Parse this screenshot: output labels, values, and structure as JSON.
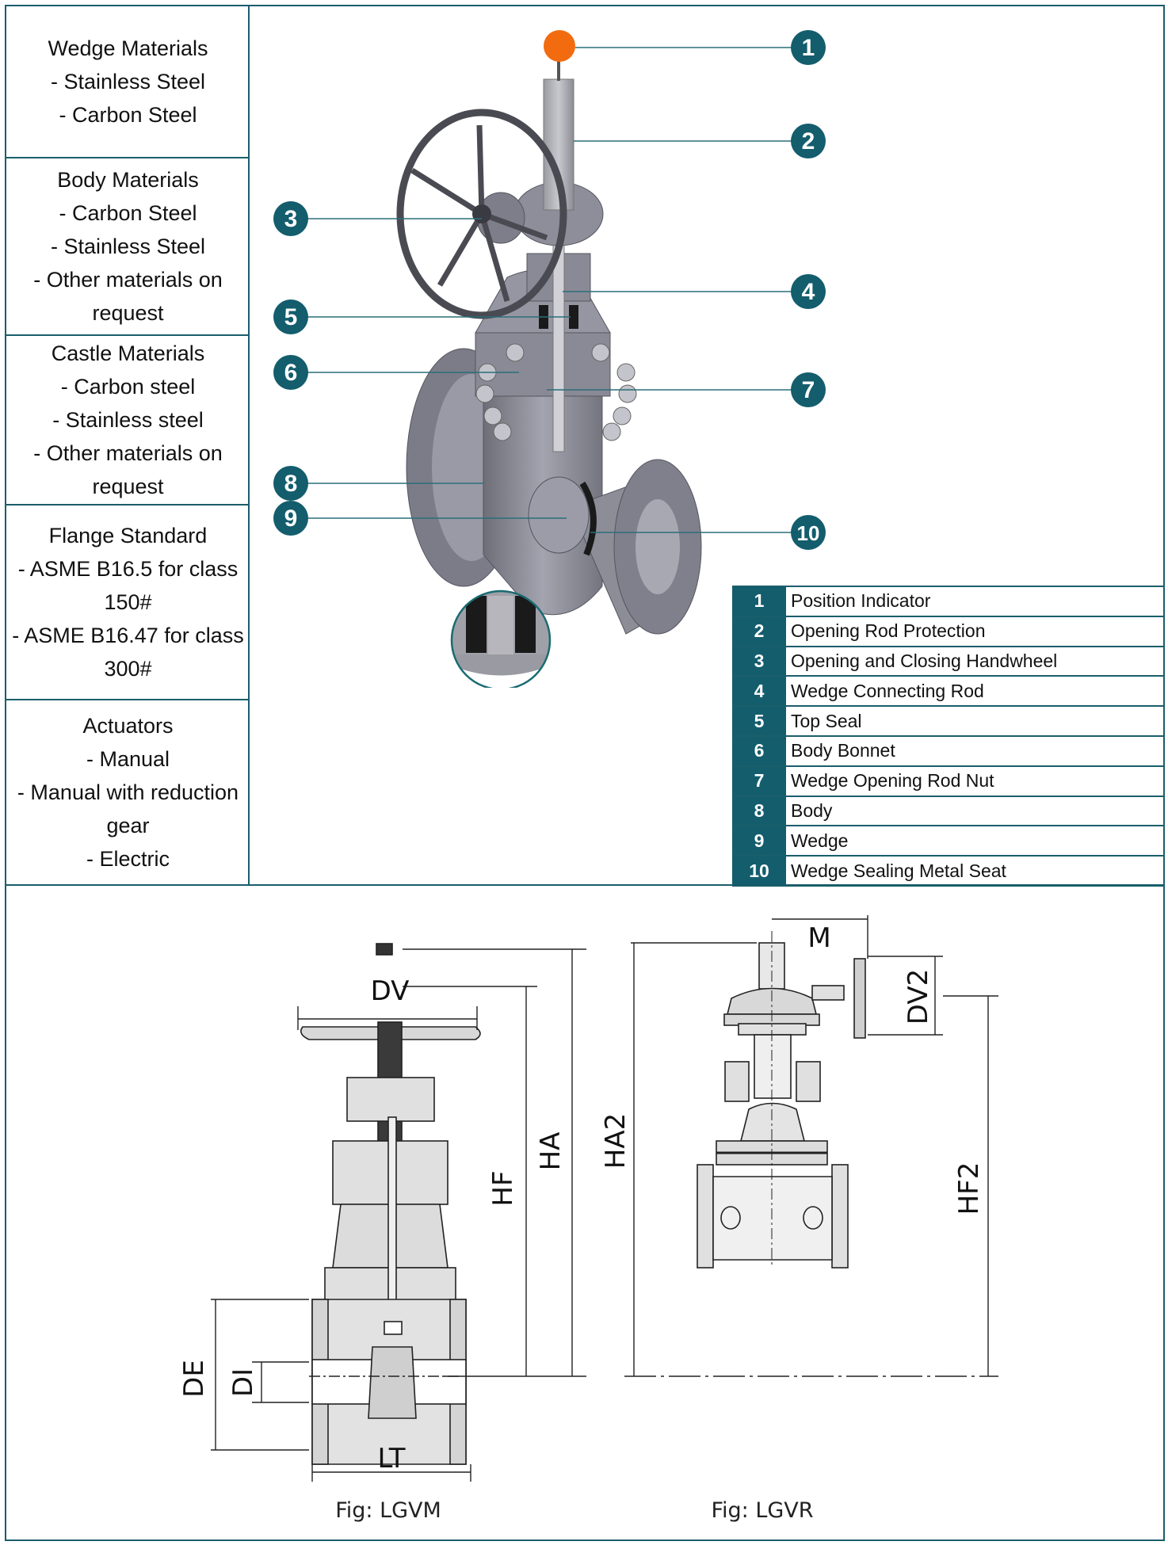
{
  "specs": [
    {
      "title": "Wedge Materials",
      "lines": [
        "- Stainless Steel",
        "- Carbon Steel"
      ]
    },
    {
      "title": "Body Materials",
      "lines": [
        "- Carbon Steel",
        "- Stainless Steel",
        "- Other materials on",
        "request"
      ]
    },
    {
      "title": "Castle Materials",
      "lines": [
        "- Carbon steel",
        "- Stainless steel",
        "- Other materials on",
        "request"
      ]
    },
    {
      "title": "Flange Standard",
      "lines": [
        "- ASME B16.5 for class",
        "150#",
        "- ASME B16.47 for class",
        "300#"
      ]
    },
    {
      "title": "Actuators",
      "lines": [
        "- Manual",
        "- Manual with reduction",
        "gear",
        "- Electric"
      ]
    }
  ],
  "callouts": [
    "1",
    "2",
    "3",
    "4",
    "5",
    "6",
    "7",
    "8",
    "9",
    "10"
  ],
  "parts": [
    {
      "num": "1",
      "name": "Position Indicator"
    },
    {
      "num": "2",
      "name": "Opening Rod Protection"
    },
    {
      "num": "3",
      "name": "Opening and Closing Handwheel"
    },
    {
      "num": "4",
      "name": "Wedge Connecting Rod"
    },
    {
      "num": "5",
      "name": "Top Seal"
    },
    {
      "num": "6",
      "name": "Body Bonnet"
    },
    {
      "num": "7",
      "name": "Wedge Opening Rod Nut"
    },
    {
      "num": "8",
      "name": "Body"
    },
    {
      "num": "9",
      "name": "Wedge"
    },
    {
      "num": "10",
      "name": "Wedge Sealing Metal Seat"
    }
  ],
  "drawings": {
    "left": {
      "figure": "Fig: LGVM",
      "dims": {
        "dv": "DV",
        "hf": "HF",
        "ha": "HA",
        "de": "DE",
        "di": "DI",
        "lt": "LT"
      }
    },
    "right": {
      "figure": "Fig: LGVR",
      "dims": {
        "m": "M",
        "ha2": "HA2",
        "dv2": "DV2",
        "hf2": "HF2"
      }
    }
  },
  "colors": {
    "accent": "#135d6d",
    "indicator": "#f26b0f",
    "border": "#1a5e6b"
  }
}
